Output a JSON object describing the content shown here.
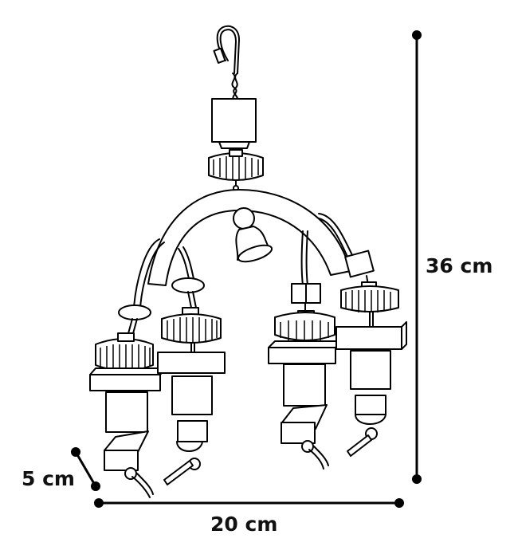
{
  "diagram": {
    "subject": "hanging bird toy with arch, bell, gears, wooden blocks",
    "line_color": "#000000",
    "background": "#ffffff"
  },
  "dimensions": {
    "height": {
      "label": "36 cm"
    },
    "width": {
      "label": "20 cm"
    },
    "depth": {
      "label": "5 cm"
    }
  }
}
